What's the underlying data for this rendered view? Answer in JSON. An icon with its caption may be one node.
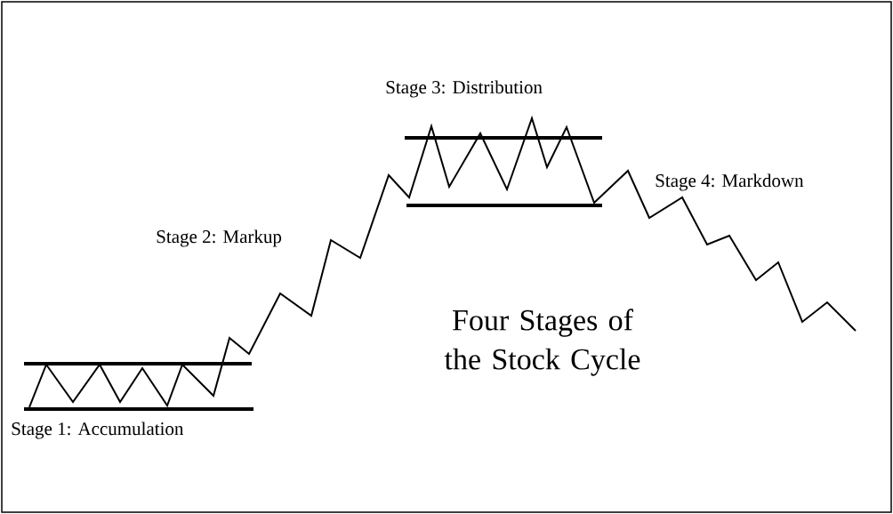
{
  "diagram": {
    "title": "Four Stages of the Stock Cycle",
    "labels": [
      "Stage 3: Distribution",
      "Stage 4: Markdown",
      "Stage 2: Markup",
      "Stage 1: Accumulation"
    ]
  }
}
